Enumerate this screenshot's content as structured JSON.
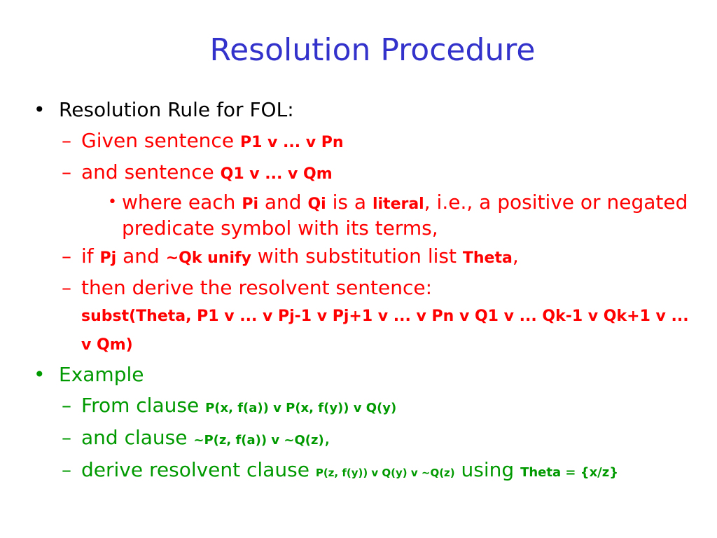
{
  "title": "Resolution Procedure",
  "bullets": {
    "b1": {
      "label": "Resolution Rule for FOL:",
      "s1": {
        "pre": "Given sentence ",
        "bold": "P1 v ... v Pn"
      },
      "s2": {
        "pre": "and sentence ",
        "bold": "Q1 v ... v Qm",
        "sub": {
          "t1": "where each ",
          "b1": "Pi",
          "t2": " and ",
          "b2": "Qi",
          "t3": " is a ",
          "b3": "literal",
          "t4": ", i.e., a positive or negated predicate symbol with its terms,"
        }
      },
      "s3": {
        "t1": "if ",
        "b1": "Pj",
        "t2": " and ",
        "b2": "~Qk unify",
        "t3": " with substitution list ",
        "b3": "Theta",
        "t4": ","
      },
      "s4": {
        "line1": "then derive the resolvent sentence:",
        "bold": "subst(Theta, P1 v ... v Pj-1 v Pj+1 v ... v Pn v Q1 v ... Qk-1 v Qk+1 v ... v Qm)"
      }
    },
    "b2": {
      "label": "Example",
      "e1": {
        "pre": "From clause ",
        "bold": "P(x, f(a)) v P(x, f(y)) v Q(y)"
      },
      "e2": {
        "pre": "and clause ",
        "bold": "~P(z, f(a)) v ~Q(z)",
        "post": ","
      },
      "e3": {
        "pre": "derive resolvent clause ",
        "bold": "P(z, f(y)) v Q(y) v ~Q(z)",
        "mid": " using ",
        "theta": "Theta = {x/z}"
      }
    }
  },
  "colors": {
    "title": "#3333cc",
    "level1": "#000000",
    "rule_text": "#ff0000",
    "example_text": "#009900"
  },
  "icons": {
    "bullet_level1": "•",
    "bullet_level2": "–",
    "bullet_level3": "•"
  }
}
